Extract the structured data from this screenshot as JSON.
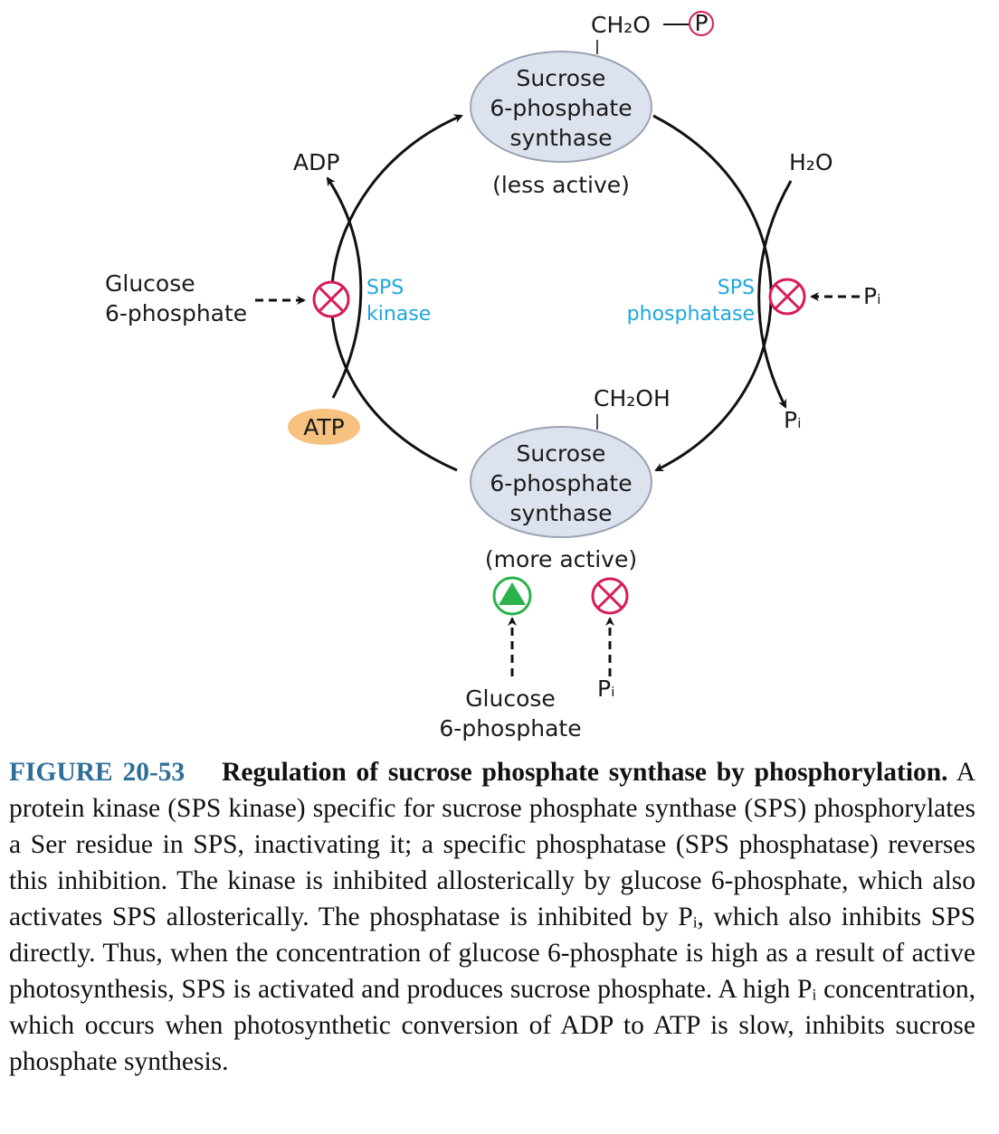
{
  "diagram": {
    "top_group": "CH₂O",
    "phosphate_symbol": "P",
    "top_enzyme": [
      "Sucrose",
      "6-phosphate",
      "synthase"
    ],
    "top_state": "(less active)",
    "bottom_group": "CH₂OH",
    "bottom_enzyme": [
      "Sucrose",
      "6-phosphate",
      "synthase"
    ],
    "bottom_state": "(more active)",
    "adp": "ADP",
    "atp": "ATP",
    "water": "H₂O",
    "pi_release": "Pᵢ",
    "kinase_label": [
      "SPS",
      "kinase"
    ],
    "phosphatase_label": [
      "SPS",
      "phosphatase"
    ],
    "left_effector": [
      "Glucose",
      "6-phosphate"
    ],
    "right_effector": "Pᵢ",
    "bottom_effector_left": [
      "Glucose",
      "6-phosphate"
    ],
    "bottom_effector_right": "Pᵢ",
    "colors": {
      "inhibit": "#d81b5a",
      "activate": "#2bb24c",
      "enzyme_fill": "#dde3ee",
      "enzyme_stroke": "#9aa3b5",
      "atp_fill": "#f7c27f",
      "enzyme_text": "#1ea7dc",
      "caption_label": "#2f6f97"
    }
  },
  "caption": {
    "label": "FIGURE 20-53",
    "title": "Regulation of sucrose phosphate synthase by phosphorylation.",
    "body": "A protein kinase (SPS kinase) specific for sucrose phosphate synthase (SPS) phosphorylates a Ser residue in SPS, inactivating it; a specific phosphatase (SPS phosphatase) reverses this inhibition. The kinase is inhibited allosterically by glucose 6-phosphate, which also activates SPS allosterically. The phosphatase is inhibited by Pᵢ, which also inhibits SPS directly. Thus, when the concentration of glucose 6-phosphate is high as a result of active photosynthesis, SPS is activated and produces sucrose phosphate. A high Pᵢ concentration, which occurs when photosynthetic conversion of ADP to ATP is slow, inhibits sucrose phosphate synthesis."
  }
}
